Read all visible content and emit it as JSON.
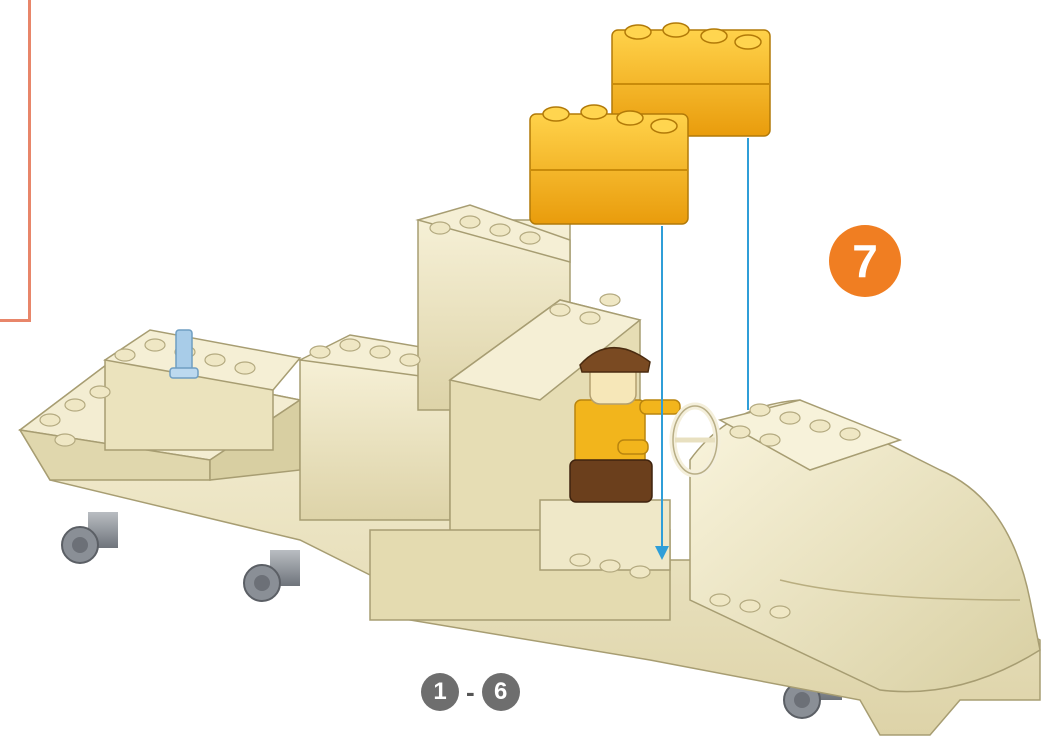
{
  "instruction": {
    "step_number": "7",
    "reference_steps": {
      "from": "1",
      "separator": "-",
      "to": "6"
    }
  },
  "colors": {
    "step_badge": "#f07e22",
    "reference_badge": "#6e6e6e",
    "callout_frame": "#e8866a",
    "guide_arrow": "#2f9ed8",
    "new_brick": "#f5b619",
    "base_brick": "#ece4c0",
    "figure_shirt": "#f2b51c",
    "figure_hat": "#7a4a22",
    "wheel_axle": "#8a8f96",
    "antenna_part": "#a8cce8"
  },
  "icons": [
    "yellow-brick-icon",
    "guide-arrow-icon",
    "minifigure-icon",
    "steering-wheel-icon",
    "axle-wheel-icon"
  ]
}
